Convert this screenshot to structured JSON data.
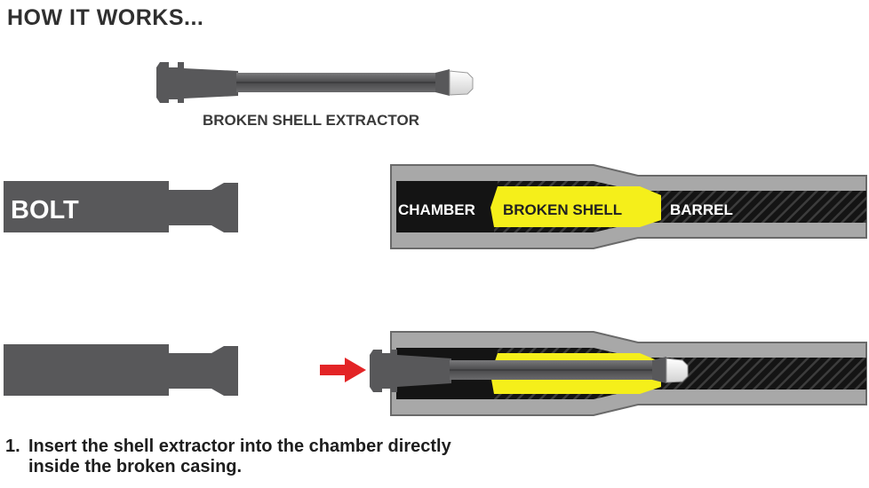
{
  "title": "HOW IT WORKS...",
  "labels": {
    "extractor": "BROKEN SHELL EXTRACTOR",
    "bolt": "BOLT",
    "chamber": "CHAMBER",
    "broken_shell": "BROKEN SHELL",
    "barrel": "BARREL"
  },
  "step": {
    "number": "1.",
    "line1": "Insert the shell extractor into the chamber directly",
    "line2": "inside the broken casing."
  },
  "colors": {
    "dark_gray": "#58585a",
    "barrel_gray": "#a8a8a8",
    "shell_yellow": "#f5ef1a",
    "arrow_red": "#e32426",
    "bore_black": "#141414"
  },
  "icons": {
    "arrow": "red-arrow-right"
  }
}
